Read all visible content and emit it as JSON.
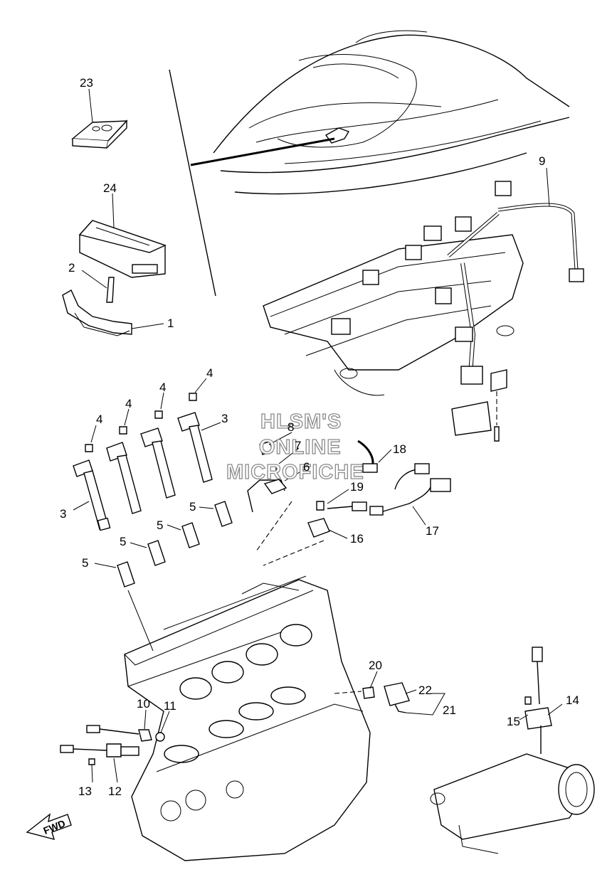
{
  "callouts": {
    "c1": "1",
    "c2": "2",
    "c3a": "3",
    "c3b": "3",
    "c4a": "4",
    "c4b": "4",
    "c4c": "4",
    "c4d": "4",
    "c5a": "5",
    "c5b": "5",
    "c5c": "5",
    "c5d": "5",
    "c6": "6",
    "c7": "7",
    "c8": "8",
    "c9": "9",
    "c10": "10",
    "c11": "11",
    "c12": "12",
    "c13": "13",
    "c14": "14",
    "c15": "15",
    "c16": "16",
    "c17": "17",
    "c18": "18",
    "c19": "19",
    "c20": "20",
    "c21": "21",
    "c22": "22",
    "c23": "23",
    "c24": "24"
  },
  "watermark": {
    "line1": "HLSM'S",
    "line2": "ONLINE",
    "line3": "MICROFICHE"
  },
  "direction_label": "FWD"
}
